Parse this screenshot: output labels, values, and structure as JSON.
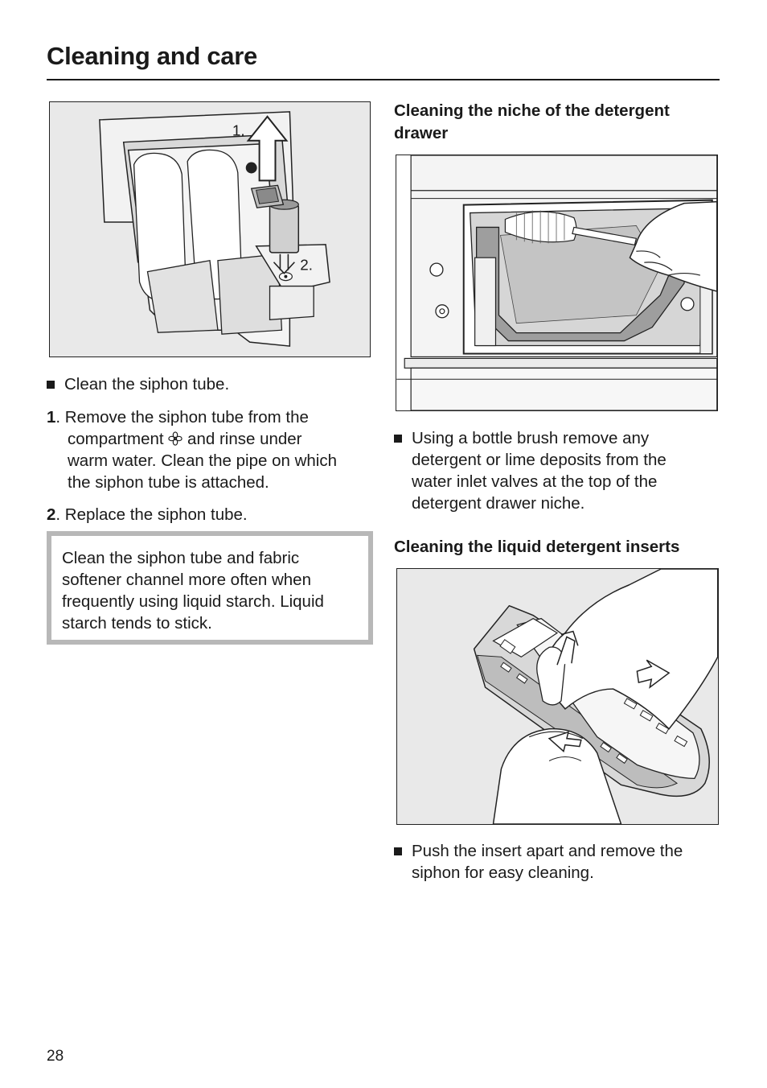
{
  "header": {
    "title": "Cleaning and care"
  },
  "left": {
    "figure1": {
      "label1": "1.",
      "label2": "2."
    },
    "bullet": "Clean the siphon tube.",
    "step1": {
      "num": "1",
      "line1": ". Remove the siphon tube from the",
      "line2a": "compartment",
      "line2b": "and rinse under",
      "line3": "warm water. Clean the pipe on which",
      "line4": "the siphon tube is attached."
    },
    "step2": {
      "num": "2",
      "text": ". Replace the siphon tube."
    },
    "note": {
      "line1": "Clean the siphon tube and fabric",
      "line2": "softener channel more often when",
      "line3": "frequently using liquid starch. Liquid",
      "line4": "starch tends to stick."
    }
  },
  "right": {
    "section1": {
      "heading_line1": "Cleaning the niche of the detergent",
      "heading_line2": "drawer",
      "bullet_lines": [
        "Using a bottle brush remove any",
        "detergent or lime deposits from the",
        "water inlet valves at the top of the",
        "detergent drawer niche."
      ]
    },
    "section2": {
      "heading": "Cleaning the liquid detergent inserts",
      "bullet_lines": [
        "Push the insert apart and remove the",
        "siphon for easy cleaning."
      ]
    }
  },
  "footer": {
    "page_number": "28"
  }
}
